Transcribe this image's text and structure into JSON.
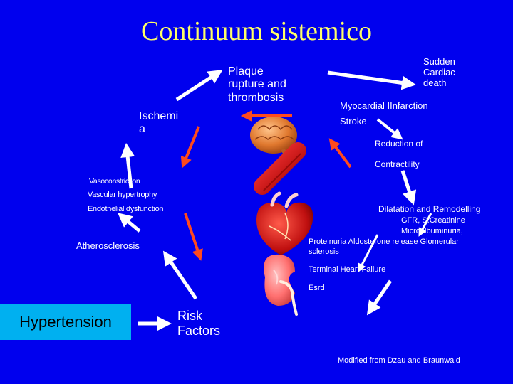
{
  "title": "Continuum sistemico",
  "nodes": {
    "plaque": "Plaque\nrupture  and\nthrombosis",
    "sudden": "Sudden\nCardiac\ndeath",
    "ischemia": "Ischemi\na",
    "mi": "Myocardial   IInfarction",
    "stroke": "Stroke",
    "reduction": "Reduction of",
    "contractility": "Contractility",
    "vasoconstriction": "Vasoconstriction",
    "vascular": "Vascular hypertrophy",
    "endothelial": "Endothelial dysfunction",
    "atherosclerosis": "Atherosclerosis",
    "dilatation": "Dilatation and  Remodelling",
    "gfr": "GFR,   S.Creatinine",
    "microalb": "Microalbuminuria,",
    "proteinuria": "Proteinuria  Aldosterone release  Glomerular",
    "sclerosis": "sclerosis",
    "terminal": "Terminal  Heart Failure",
    "esrd": "Esrd",
    "hypertension": "Hypertension",
    "risk": "Risk\nFactors"
  },
  "footer": "Modified from Dzau and Braunwald",
  "icons": [
    "brain-icon",
    "artery-icon",
    "heart-icon",
    "kidney-icon"
  ],
  "colors": {
    "background": "#0000ee",
    "title": "#ffff66",
    "text": "#ffffff",
    "arrow_white": "#ffffff",
    "arrow_red": "#ff4a1c",
    "hypertension_box": "#00b0f0"
  }
}
